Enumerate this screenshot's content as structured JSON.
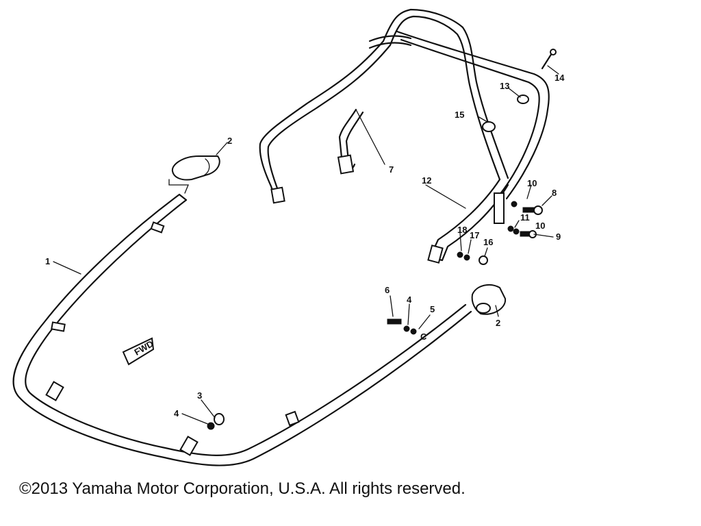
{
  "callouts": {
    "c1": "1",
    "c2a": "2",
    "c2b": "2",
    "c3": "3",
    "c4a": "4",
    "c4b": "4",
    "c5": "5",
    "c6": "6",
    "c7": "7",
    "c8": "8",
    "c9": "9",
    "c10a": "10",
    "c10b": "10",
    "c11": "11",
    "c12": "12",
    "c13": "13",
    "c14": "14",
    "c15": "15",
    "c16": "16",
    "c17": "17",
    "c18": "18",
    "cC": "C"
  },
  "fwd_label": "FWD",
  "copyright": "©2013 Yamaha Motor Corporation, U.S.A. All rights reserved."
}
